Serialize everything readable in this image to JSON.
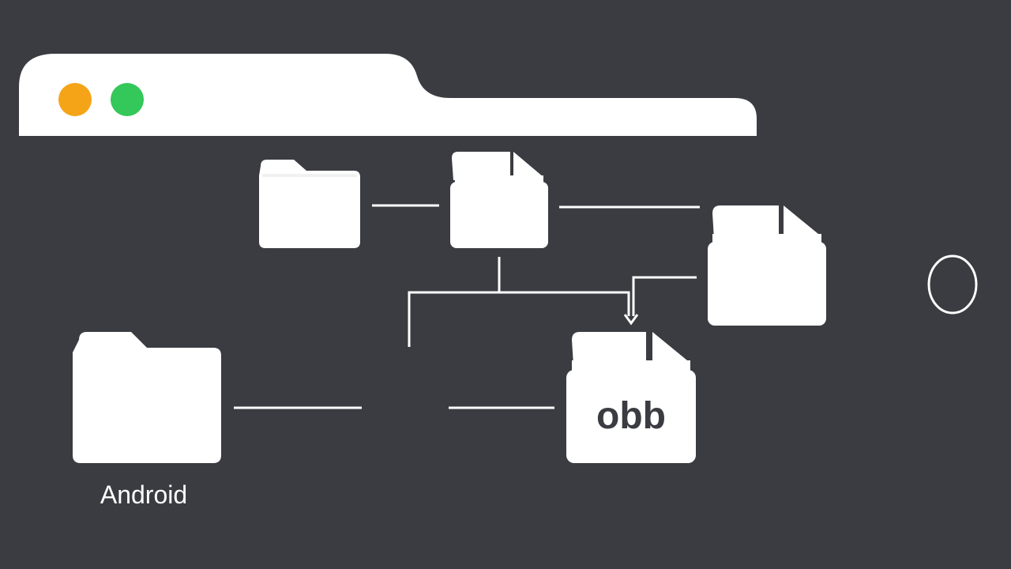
{
  "colors": {
    "background": "#3a3c41",
    "window": "#ffffff",
    "minimize_dot": "#f5a418",
    "maximize_dot": "#34c759",
    "connector": "#ffffff",
    "obb_text": "#3a3c41"
  },
  "window": {
    "controls": [
      {
        "name": "minimize-dot",
        "icon": "orange-circle"
      },
      {
        "name": "maximize-dot",
        "icon": "green-circle"
      }
    ]
  },
  "nodes": {
    "android_folder": {
      "icon": "folder-icon",
      "label": "Android"
    },
    "obb_file": {
      "icon": "file-folder-icon",
      "label": "obb"
    },
    "top_folder": {
      "icon": "folder-icon"
    },
    "top_file_folder": {
      "icon": "file-folder-icon"
    },
    "right_file_folder": {
      "icon": "file-folder-icon"
    }
  },
  "loading_indicator": {
    "icon": "oval-ring-icon"
  }
}
